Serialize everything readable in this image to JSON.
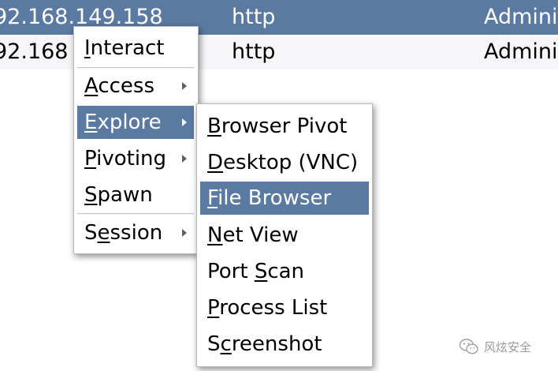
{
  "table": {
    "rows": [
      {
        "host": "92.168.149.158",
        "protocol": "http",
        "user": "Admini",
        "selected": true
      },
      {
        "host": "92.168",
        "protocol": "http",
        "user": "Admini",
        "selected": false
      }
    ]
  },
  "context_menu": {
    "items": [
      {
        "label": "Interact",
        "mnemonic": "I",
        "submenu": false
      },
      {
        "label": "Access",
        "mnemonic": "A",
        "submenu": true
      },
      {
        "label": "Explore",
        "mnemonic": "E",
        "submenu": true,
        "selected": true
      },
      {
        "label": "Pivoting",
        "mnemonic": "P",
        "submenu": true
      },
      {
        "label": "Spawn",
        "mnemonic": "S",
        "submenu": false
      },
      {
        "label": "Session",
        "mnemonic": "e",
        "submenu": true
      }
    ]
  },
  "explore_submenu": {
    "items": [
      {
        "label": "Browser Pivot",
        "mnemonic": "B"
      },
      {
        "label": "Desktop (VNC)",
        "mnemonic": "D"
      },
      {
        "label": "File Browser",
        "mnemonic": "F",
        "selected": true
      },
      {
        "label": "Net View",
        "mnemonic": "N"
      },
      {
        "label": "Port Scan",
        "mnemonic": "S"
      },
      {
        "label": "Process List",
        "mnemonic": "P"
      },
      {
        "label": "Screenshot",
        "mnemonic": "c"
      }
    ]
  },
  "watermark": {
    "text": "风炫安全",
    "icon": "wechat-icon"
  }
}
